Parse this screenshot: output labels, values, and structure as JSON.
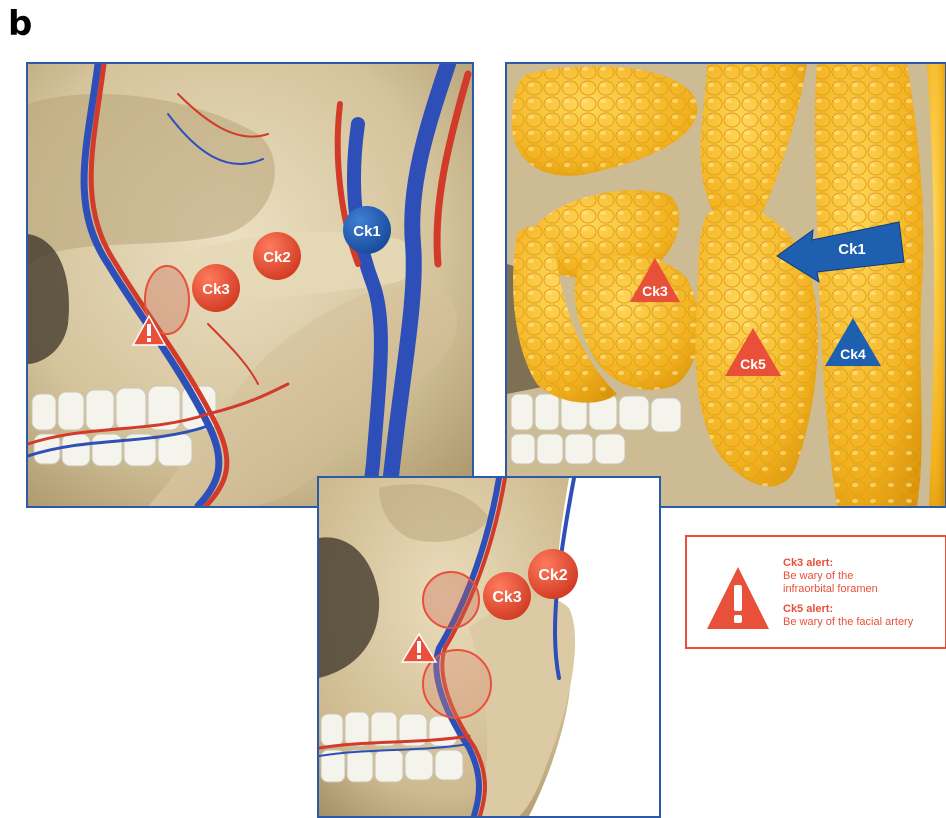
{
  "figure": {
    "panel_letter": "b"
  },
  "markers": {
    "top_left": {
      "ck1": "Ck1",
      "ck2": "Ck2",
      "ck3": "Ck3"
    },
    "top_right": {
      "ck1": "Ck1",
      "ck3": "Ck3",
      "ck4": "Ck4",
      "ck5": "Ck5"
    },
    "bottom": {
      "ck2": "Ck2",
      "ck3": "Ck3"
    }
  },
  "legend": {
    "ck3_title": "Ck3 alert:",
    "ck3_desc_line1": "Be wary of the",
    "ck3_desc_line2": "infraorbital foramen",
    "ck5_title": "Ck5 alert:",
    "ck5_desc": "Be wary of the facial artery"
  },
  "colors": {
    "alert_red": "#e8503a",
    "marker_blue": "#1f5fb0",
    "panel_border": "#2a5aa8",
    "bone": "#d9c9a3",
    "fat": "#f2b21e",
    "artery": "#d23a2a",
    "vein": "#2e4fb8"
  }
}
